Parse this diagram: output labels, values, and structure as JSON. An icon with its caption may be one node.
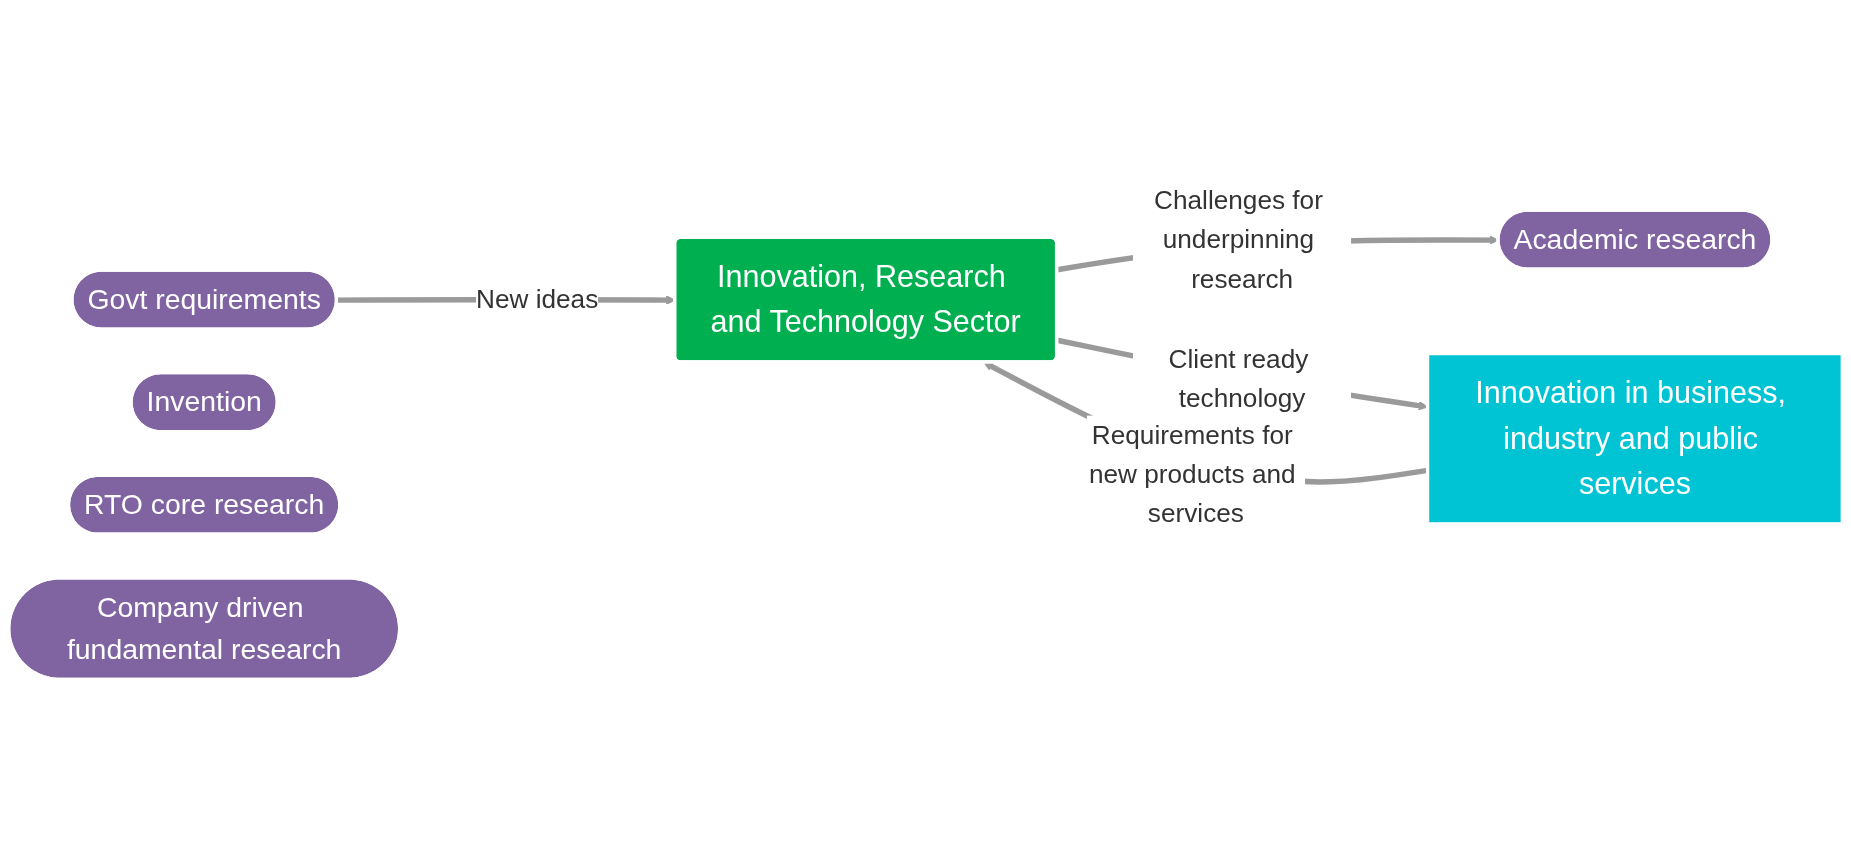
{
  "diagram": {
    "nodes": [
      {
        "text": [
          "Govt requirements"
        ]
      },
      {
        "text": [
          "Invention"
        ]
      },
      {
        "text": [
          "Academic research"
        ]
      },
      {
        "text": [
          "RTO core research"
        ]
      },
      {
        "text": [
          "Company driven fundamental research"
        ]
      },
      {
        "text": [
          "Innovation, Research and Technology Sector"
        ]
      },
      {
        "text": [
          "Innovation in business, industry and public services"
        ]
      }
    ],
    "edges": [
      {
        "from": 0,
        "to": 5,
        "arrow": "to",
        "label": "New ideas"
      },
      {
        "from": 6,
        "to": 5,
        "arrow": "to",
        "label": "Requirements for new products and services"
      },
      {
        "from": 5,
        "to": 2,
        "arrow": "to",
        "label": "Challenges for underpinning research"
      },
      {
        "from": 5,
        "to": 6,
        "arrow": "to",
        "label": "Client ready technology"
      }
    ]
  }
}
